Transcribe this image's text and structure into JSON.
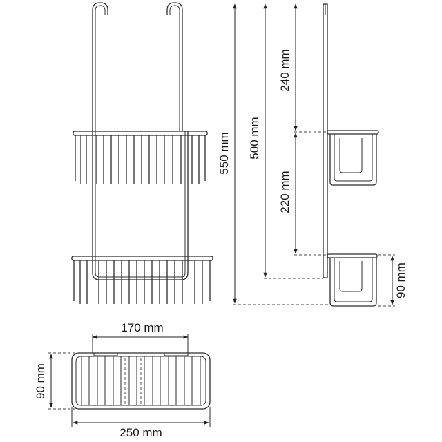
{
  "dimensions": {
    "total_height": "550 mm",
    "hook_to_bottom_shelf": "500 mm",
    "hook_to_top_shelf": "240 mm",
    "shelf_spacing": "220 mm",
    "shelf_depth_side": "90 mm",
    "top_view_inner_width": "170 mm",
    "top_view_depth": "90 mm",
    "top_view_width": "250 mm"
  },
  "colors": {
    "line": "#2b2b2b",
    "background": "#ffffff"
  }
}
